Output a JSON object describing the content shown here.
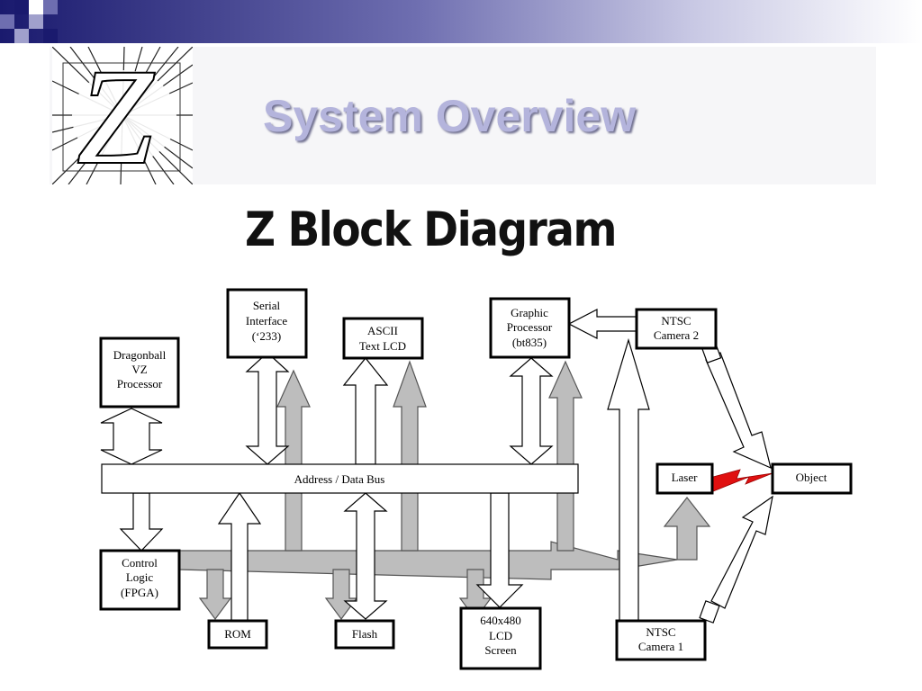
{
  "slide": {
    "title": "System Overview",
    "logo_letter": "Z"
  },
  "diagram": {
    "title": "Z Block Diagram",
    "bus_label": "Address / Data Bus",
    "blocks": {
      "dragonball": [
        "Dragonball",
        "VZ",
        "Processor"
      ],
      "serial": [
        "Serial",
        "Interface",
        "(‘233)"
      ],
      "ascii_lcd": [
        "ASCII",
        "Text LCD"
      ],
      "graphic": [
        "Graphic",
        "Processor",
        "(bt835)"
      ],
      "cam2": [
        "NTSC",
        "Camera 2"
      ],
      "laser": [
        "Laser"
      ],
      "object": [
        "Object"
      ],
      "control": [
        "Control",
        "Logic",
        "(FPGA)"
      ],
      "rom": [
        "ROM"
      ],
      "flash": [
        "Flash"
      ],
      "lcd": [
        "640x480",
        "LCD",
        "Screen"
      ],
      "cam1": [
        "NTSC",
        "Camera 1"
      ]
    }
  },
  "colors": {
    "header_dark": "#1a1a6e",
    "title_text": "#b4b4dc",
    "gray_arrow": "#bdbdbd",
    "laser_bolt": "#e01010"
  }
}
